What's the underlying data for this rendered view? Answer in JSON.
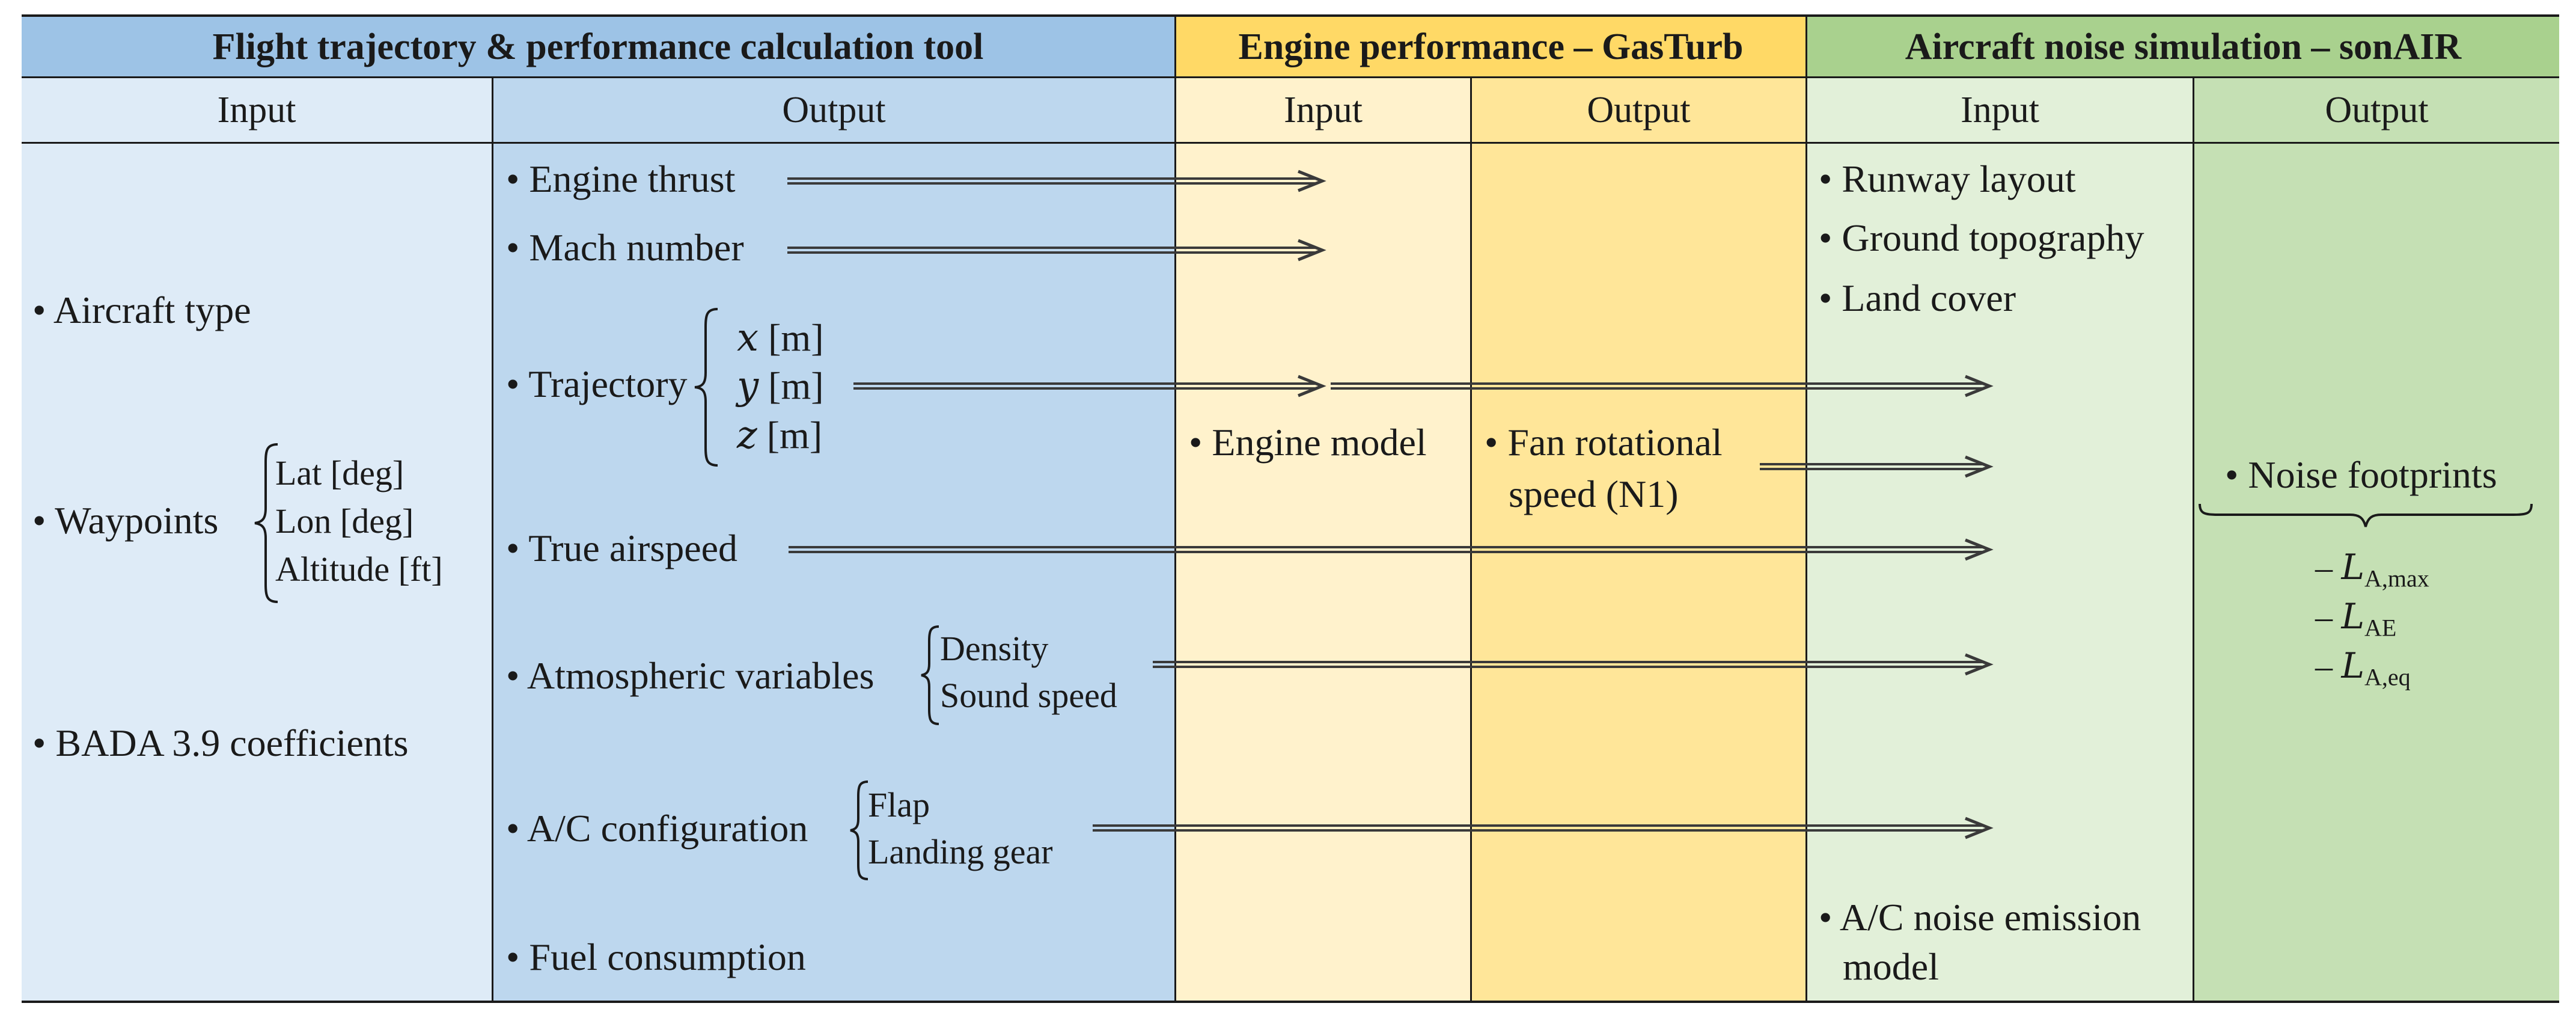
{
  "headers": {
    "flight_tool": "Flight trajectory & performance calculation tool",
    "engine": "Engine performance – GasTurb",
    "noise": "Aircraft noise simulation – sonAIR"
  },
  "subheaders": {
    "flight_input": "Input",
    "flight_output": "Output",
    "engine_input": "Input",
    "engine_output": "Output",
    "noise_input": "Input",
    "noise_output": "Output"
  },
  "flight_inputs": {
    "aircraft_type": "• Aircraft type",
    "waypoints": "• Waypoints",
    "waypoint_items": [
      "Lat [deg]",
      "Lon [deg]",
      "Altitude [ft]"
    ],
    "bada": "• BADA 3.9 coefficients"
  },
  "flight_outputs": {
    "engine_thrust": "• Engine thrust",
    "mach": "• Mach number",
    "trajectory": "• Trajectory",
    "trajectory_items": [
      {
        "var": "x",
        "unit": "[m]"
      },
      {
        "var": "y",
        "unit": "[m]"
      },
      {
        "var": "z",
        "unit": "[m]"
      }
    ],
    "airspeed": "• True airspeed",
    "atmospheric": "• Atmospheric variables",
    "atmospheric_items": [
      "Density",
      "Sound speed"
    ],
    "configuration": "• A/C configuration",
    "configuration_items": [
      "Flap",
      "Landing gear"
    ],
    "fuel": "• Fuel consumption"
  },
  "engine": {
    "input_model": "• Engine model",
    "output_line1": "• Fan rotational",
    "output_line2": "speed (N1)"
  },
  "noise_inputs": {
    "runway": "• Runway layout",
    "topography": "• Ground topography",
    "land_cover": "• Land cover",
    "emission_line1": "• A/C noise emission",
    "emission_line2": "model"
  },
  "noise_outputs": {
    "footprints": "• Noise footprints",
    "metrics": [
      {
        "dash": "–",
        "symbol": "L",
        "sub": "A,max"
      },
      {
        "dash": "–",
        "symbol": "L",
        "sub": "AE"
      },
      {
        "dash": "–",
        "symbol": "L",
        "sub": "A,eq"
      }
    ]
  },
  "colors": {
    "flight_header": "#9dc3e6",
    "flight_input_body": "#deebf7",
    "flight_output_body": "#bdd7ee",
    "engine_header": "#ffd966",
    "engine_input_body": "#fff2cc",
    "engine_output_body": "#ffe699",
    "noise_header": "#a9d18e",
    "noise_input_body": "#e2f0d9",
    "noise_output_body": "#c5e0b4",
    "arrow": "#3a3a3a"
  }
}
